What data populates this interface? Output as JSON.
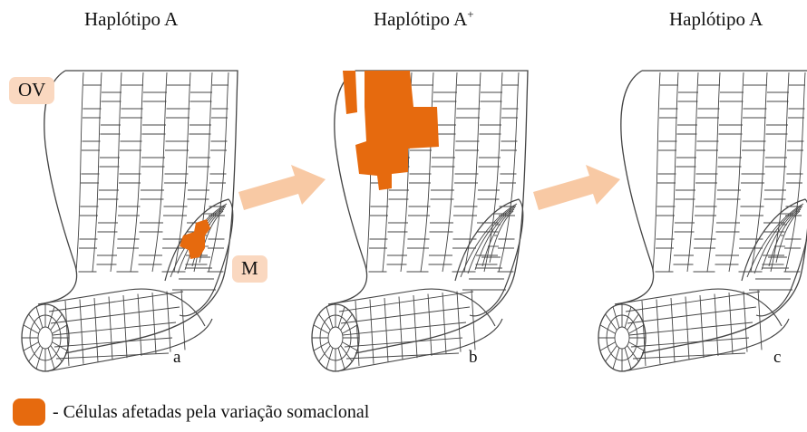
{
  "panels": [
    {
      "title": "Haplótipo A",
      "sup": "",
      "letter": "a"
    },
    {
      "title": "Haplótipo A",
      "sup": "+",
      "letter": "b"
    },
    {
      "title": "Haplótipo A",
      "sup": "",
      "letter": "c"
    }
  ],
  "labels": {
    "ov": "OV",
    "m": "M"
  },
  "legend": {
    "text": "- Células afetadas pela variação somaclonal"
  },
  "colors": {
    "affected": "#e66a0e",
    "tag": "#fad8c0",
    "arrow": "#f8c9a4",
    "line": "#444444"
  }
}
